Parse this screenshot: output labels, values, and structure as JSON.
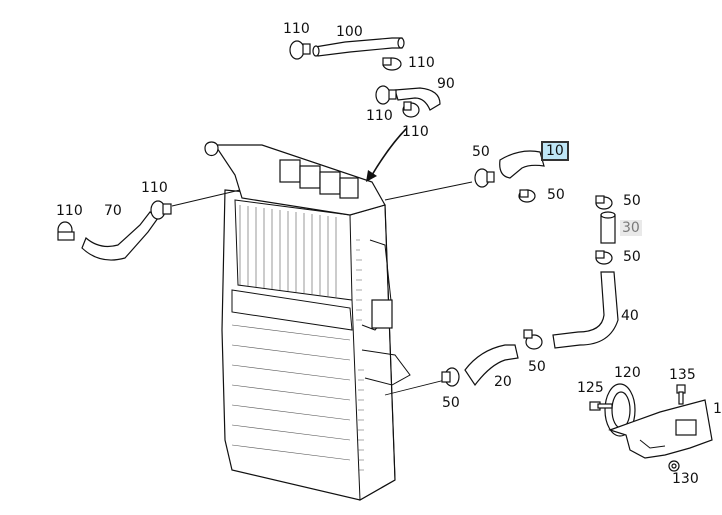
{
  "labels": {
    "p10": "10",
    "p20": "20",
    "p30": "30",
    "p40": "40",
    "p50": "50",
    "p70": "70",
    "p90": "90",
    "p100": "100",
    "p110": "110",
    "p120": "120",
    "p125": "125",
    "p130": "130",
    "p135": "135",
    "p1": "1"
  },
  "highlight": {
    "part": "10",
    "color": "#bfe6f6"
  }
}
